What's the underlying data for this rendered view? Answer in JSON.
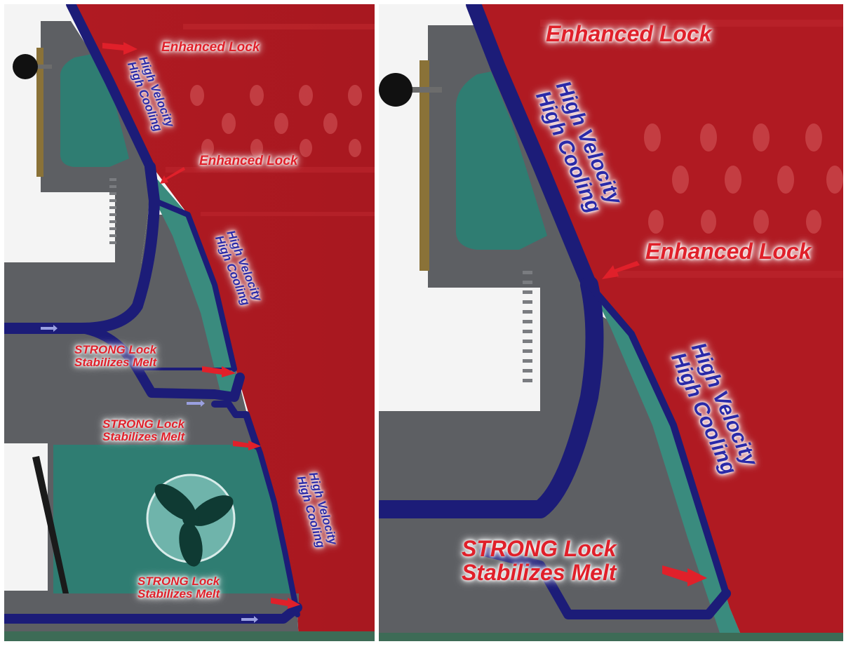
{
  "left": {
    "enhanced_lock_1": "Enhanced Lock",
    "enhanced_lock_2": "Enhanced Lock",
    "hv_1": [
      "High Velocity",
      "High Cooling"
    ],
    "hv_2": [
      "High Velocity",
      "High Cooling"
    ],
    "hv_3": [
      "High Velocity",
      "High Cooling"
    ],
    "strong_1": [
      "STRONG Lock",
      "Stabilizes Melt"
    ],
    "strong_2": [
      "STRONG Lock",
      "Stabilizes Melt"
    ],
    "strong_3": [
      "STRONG Lock",
      "Stabilizes Melt"
    ]
  },
  "right": {
    "enhanced_lock_top": "Enhanced Lock",
    "enhanced_lock_mid": "Enhanced Lock",
    "hv_1": [
      "High Velocity",
      "High Cooling"
    ],
    "hv_2": [
      "High Velocity",
      "High Cooling"
    ],
    "strong": [
      "STRONG Lock",
      "Stabilizes Melt"
    ]
  },
  "colors": {
    "bubble_red": "#b81e26",
    "die_gray": "#5d5f63",
    "teal": "#2f7d72",
    "air_blue": "#1c1c78",
    "label_red": "#e0202a",
    "label_blue": "#2a2aa8"
  }
}
